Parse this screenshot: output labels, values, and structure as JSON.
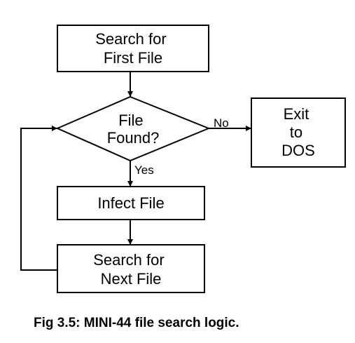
{
  "diagram": {
    "nodes": {
      "search_first": {
        "lines": [
          "Search for",
          "First File"
        ]
      },
      "file_found": {
        "lines": [
          "File",
          "Found?"
        ]
      },
      "exit_dos": {
        "lines": [
          "Exit",
          "to",
          "DOS"
        ]
      },
      "infect_file": {
        "lines": [
          "Infect File"
        ]
      },
      "search_next": {
        "lines": [
          "Search for",
          "Next File"
        ]
      }
    },
    "edge_labels": {
      "no": "No",
      "yes": "Yes"
    }
  },
  "caption": "Fig 3.5: MINI-44 file search logic."
}
